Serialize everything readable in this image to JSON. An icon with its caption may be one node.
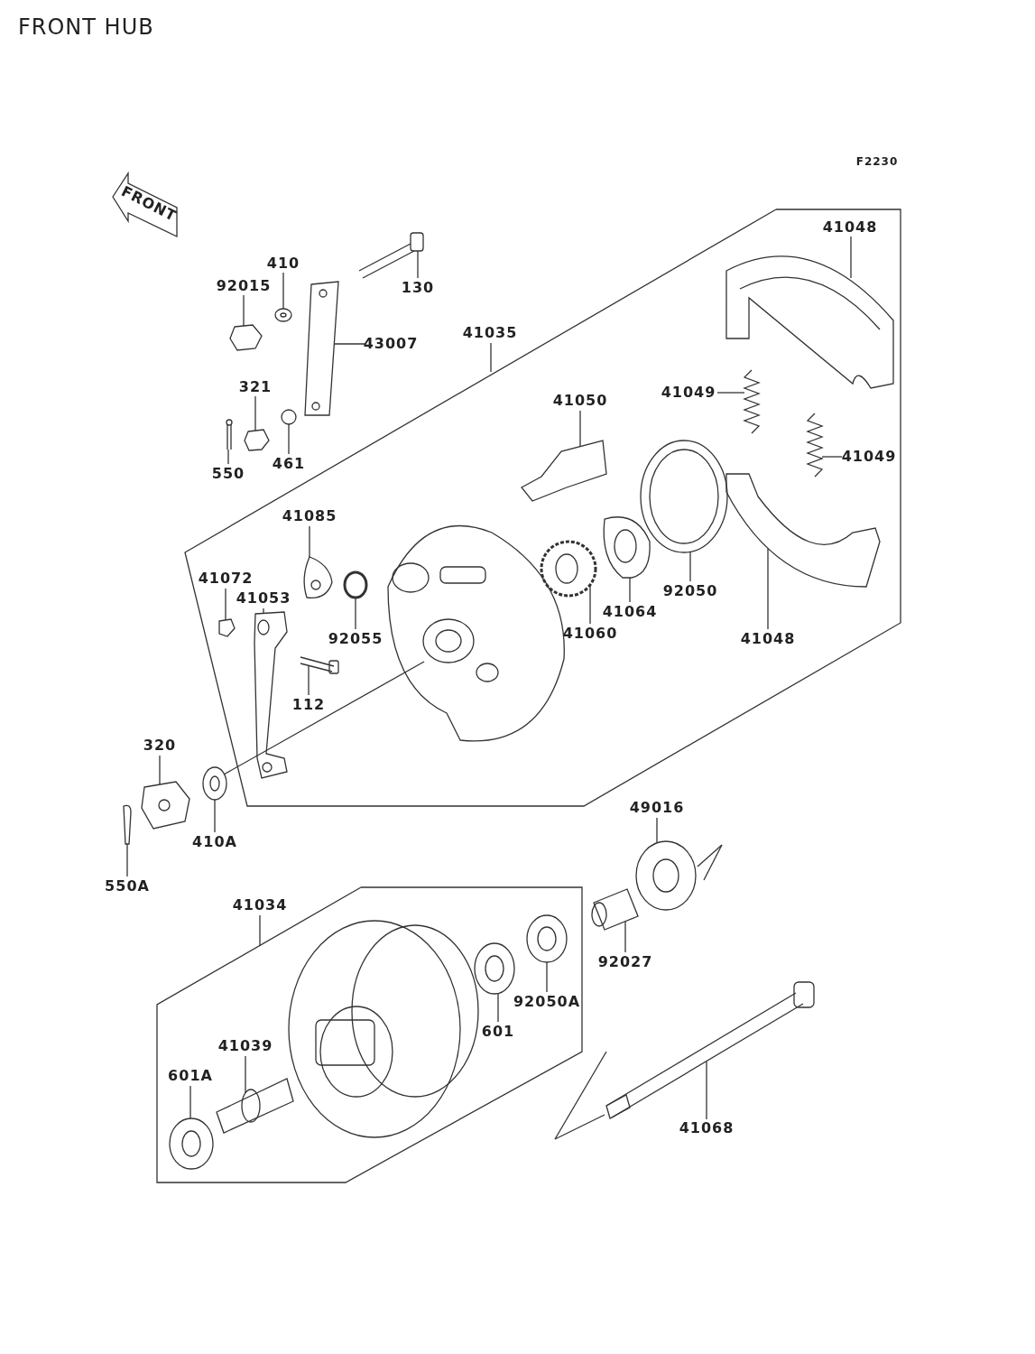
{
  "diagram": {
    "title": "FRONT HUB",
    "nodes": [
      {
        "text": [
          "41048"
        ]
      },
      {
        "text": [
          "130"
        ]
      },
      {
        "text": [
          "410"
        ]
      },
      {
        "text": [
          "92015"
        ]
      },
      {
        "text": [
          "43007"
        ]
      },
      {
        "text": [
          "41035"
        ]
      },
      {
        "text": [
          "321"
        ]
      },
      {
        "text": [
          "41049"
        ]
      },
      {
        "text": [
          "41050"
        ]
      },
      {
        "text": [
          "41049"
        ]
      },
      {
        "text": [
          "550"
        ]
      },
      {
        "text": [
          "461"
        ]
      },
      {
        "text": [
          "41085"
        ]
      },
      {
        "text": [
          "41072"
        ]
      },
      {
        "text": [
          "41053"
        ]
      },
      {
        "text": [
          "92055"
        ]
      },
      {
        "text": [
          "112"
        ]
      },
      {
        "text": [
          "41060"
        ]
      },
      {
        "text": [
          "41064"
        ]
      },
      {
        "text": [
          "92050"
        ]
      },
      {
        "text": [
          "41048"
        ]
      },
      {
        "text": [
          "320"
        ]
      },
      {
        "text": [
          "410A"
        ]
      },
      {
        "text": [
          "550A"
        ]
      },
      {
        "text": [
          "49016"
        ]
      },
      {
        "text": [
          "41034"
        ]
      },
      {
        "text": [
          "92027"
        ]
      },
      {
        "text": [
          "92050A"
        ]
      },
      {
        "text": [
          "601"
        ]
      },
      {
        "text": [
          "41039"
        ]
      },
      {
        "text": [
          "601A"
        ]
      },
      {
        "text": [
          "41068"
        ]
      },
      {
        "text": [],
        "shape": "picture"
      },
      {
        "text": [],
        "shape": "picture"
      },
      {
        "text": [],
        "shape": "picture"
      },
      {
        "text": [],
        "shape": "picture"
      },
      {
        "text": [],
        "shape": "picture"
      },
      {
        "text": [],
        "shape": "picture"
      },
      {
        "text": [],
        "shape": "picture"
      },
      {
        "text": [],
        "shape": "picture"
      },
      {
        "text": [],
        "shape": "picture"
      },
      {
        "text": [],
        "shape": "picture"
      },
      {
        "text": [],
        "shape": "picture"
      },
      {
        "text": [],
        "shape": "picture"
      },
      {
        "text": [],
        "shape": "picture"
      },
      {
        "text": [],
        "shape": "picture"
      },
      {
        "text": [],
        "shape": "picture"
      },
      {
        "text": [],
        "shape": "picture"
      },
      {
        "text": [],
        "shape": "picture"
      },
      {
        "text": [],
        "shape": "picture"
      },
      {
        "text": [],
        "shape": "picture"
      },
      {
        "text": [],
        "shape": "picture"
      },
      {
        "text": [],
        "shape": "picture"
      },
      {
        "text": [],
        "shape": "picture"
      },
      {
        "text": [],
        "shape": "picture"
      },
      {
        "text": [],
        "shape": "picture"
      },
      {
        "text": [],
        "shape": "picture"
      },
      {
        "text": [],
        "shape": "picture"
      },
      {
        "text": [],
        "shape": "picture"
      },
      {
        "text": [],
        "shape": "picture"
      },
      {
        "text": [],
        "shape": "picture"
      },
      {
        "text": [],
        "shape": "picture"
      }
    ],
    "edges": [
      {
        "from": 0,
        "to": 32,
        "arrow": "none"
      },
      {
        "from": 1,
        "to": 33,
        "arrow": "none"
      },
      {
        "from": 2,
        "to": 34,
        "arrow": "none"
      },
      {
        "from": 3,
        "to": 35,
        "arrow": "none"
      },
      {
        "from": 4,
        "to": 36,
        "arrow": "none"
      },
      {
        "from": 5,
        "to": null,
        "arrow": "none"
      },
      {
        "from": 6,
        "to": 37,
        "arrow": "none"
      },
      {
        "from": 7,
        "to": 38,
        "arrow": "none"
      },
      {
        "from": 8,
        "to": 39,
        "arrow": "none"
      },
      {
        "from": 9,
        "to": 40,
        "arrow": "none"
      },
      {
        "from": 10,
        "to": 41,
        "arrow": "none"
      },
      {
        "from": 11,
        "to": 42,
        "arrow": "none"
      },
      {
        "from": 12,
        "to": 43,
        "arrow": "none"
      },
      {
        "from": 13,
        "to": 44,
        "arrow": "none"
      },
      {
        "from": 14,
        "to": 45,
        "arrow": "none"
      },
      {
        "from": 15,
        "to": 46,
        "arrow": "none"
      },
      {
        "from": 16,
        "to": 47,
        "arrow": "none"
      },
      {
        "from": 17,
        "to": 48,
        "arrow": "none"
      },
      {
        "from": 18,
        "to": 49,
        "arrow": "none"
      },
      {
        "from": 19,
        "to": 50,
        "arrow": "none"
      },
      {
        "from": 20,
        "to": 51,
        "arrow": "none"
      },
      {
        "from": 21,
        "to": 52,
        "arrow": "none"
      },
      {
        "from": 22,
        "to": 53,
        "arrow": "none"
      },
      {
        "from": 23,
        "to": 54,
        "arrow": "none"
      },
      {
        "from": 24,
        "to": 55,
        "arrow": "none"
      },
      {
        "from": 25,
        "to": null,
        "arrow": "none"
      },
      {
        "from": 26,
        "to": 56,
        "arrow": "none"
      },
      {
        "from": 27,
        "to": 57,
        "arrow": "none"
      },
      {
        "from": 28,
        "to": 58,
        "arrow": "none"
      },
      {
        "from": 29,
        "to": 59,
        "arrow": "none"
      },
      {
        "from": 30,
        "to": 60,
        "arrow": "none"
      },
      {
        "from": 31,
        "to": 61,
        "arrow": "none"
      }
    ],
    "labels": [
      "F2230",
      "FRONT"
    ]
  }
}
